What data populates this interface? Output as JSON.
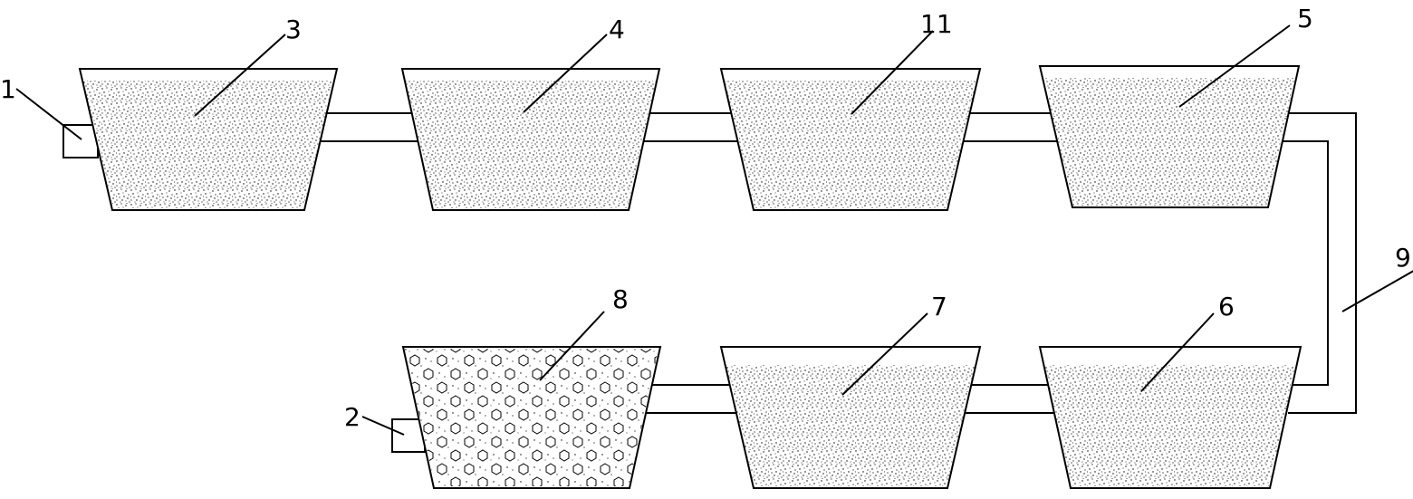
{
  "labels": {
    "inlet": "1",
    "outlet": "2",
    "tank_1": "3",
    "tank_2": "4",
    "tank_3": "11",
    "tank_4": "5",
    "tank_5": "6",
    "tank_6": "7",
    "tank_7": "8",
    "connector": "9"
  },
  "colors": {
    "stroke": "#000000",
    "background": "#ffffff"
  }
}
